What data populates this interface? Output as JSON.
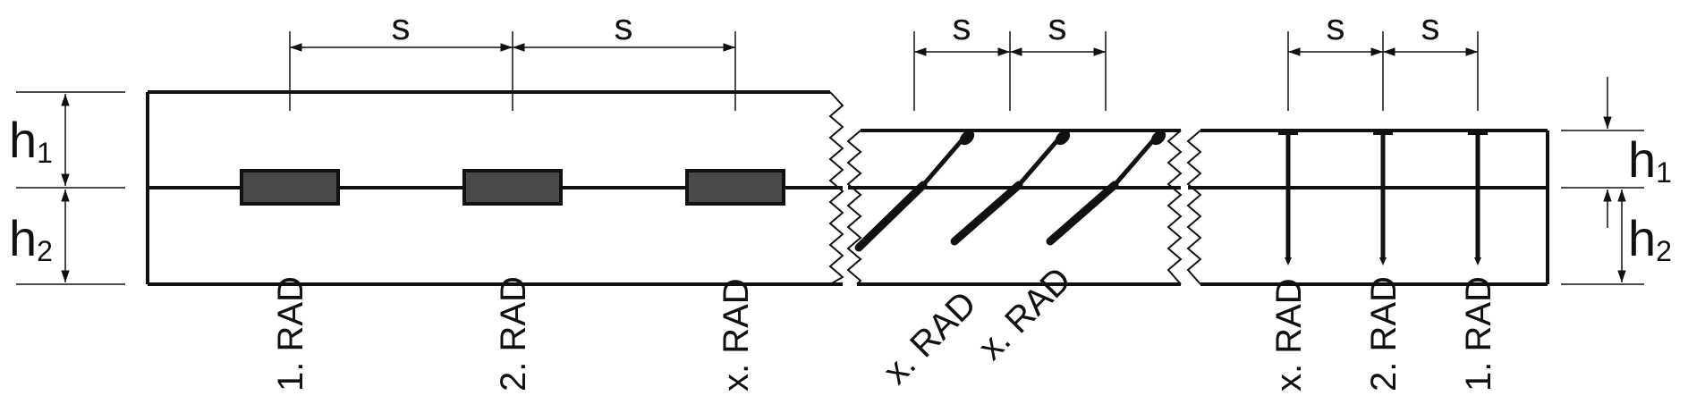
{
  "figure": {
    "spacing_label": "s",
    "height_labels": {
      "h": "h",
      "sub1": "1",
      "sub2": "2"
    },
    "left_panel": {
      "labels": [
        "1. RAD",
        "2. RAD",
        "x. RAD"
      ]
    },
    "middle_panel": {
      "labels": [
        "x. RAD",
        "x. RAD"
      ]
    },
    "right_panel": {
      "labels": [
        "x. RAD",
        "2. RAD",
        "1. RAD"
      ]
    }
  },
  "colors": {
    "line": "#111111",
    "connector_fill": "#4a4a4a",
    "background": "#ffffff"
  }
}
